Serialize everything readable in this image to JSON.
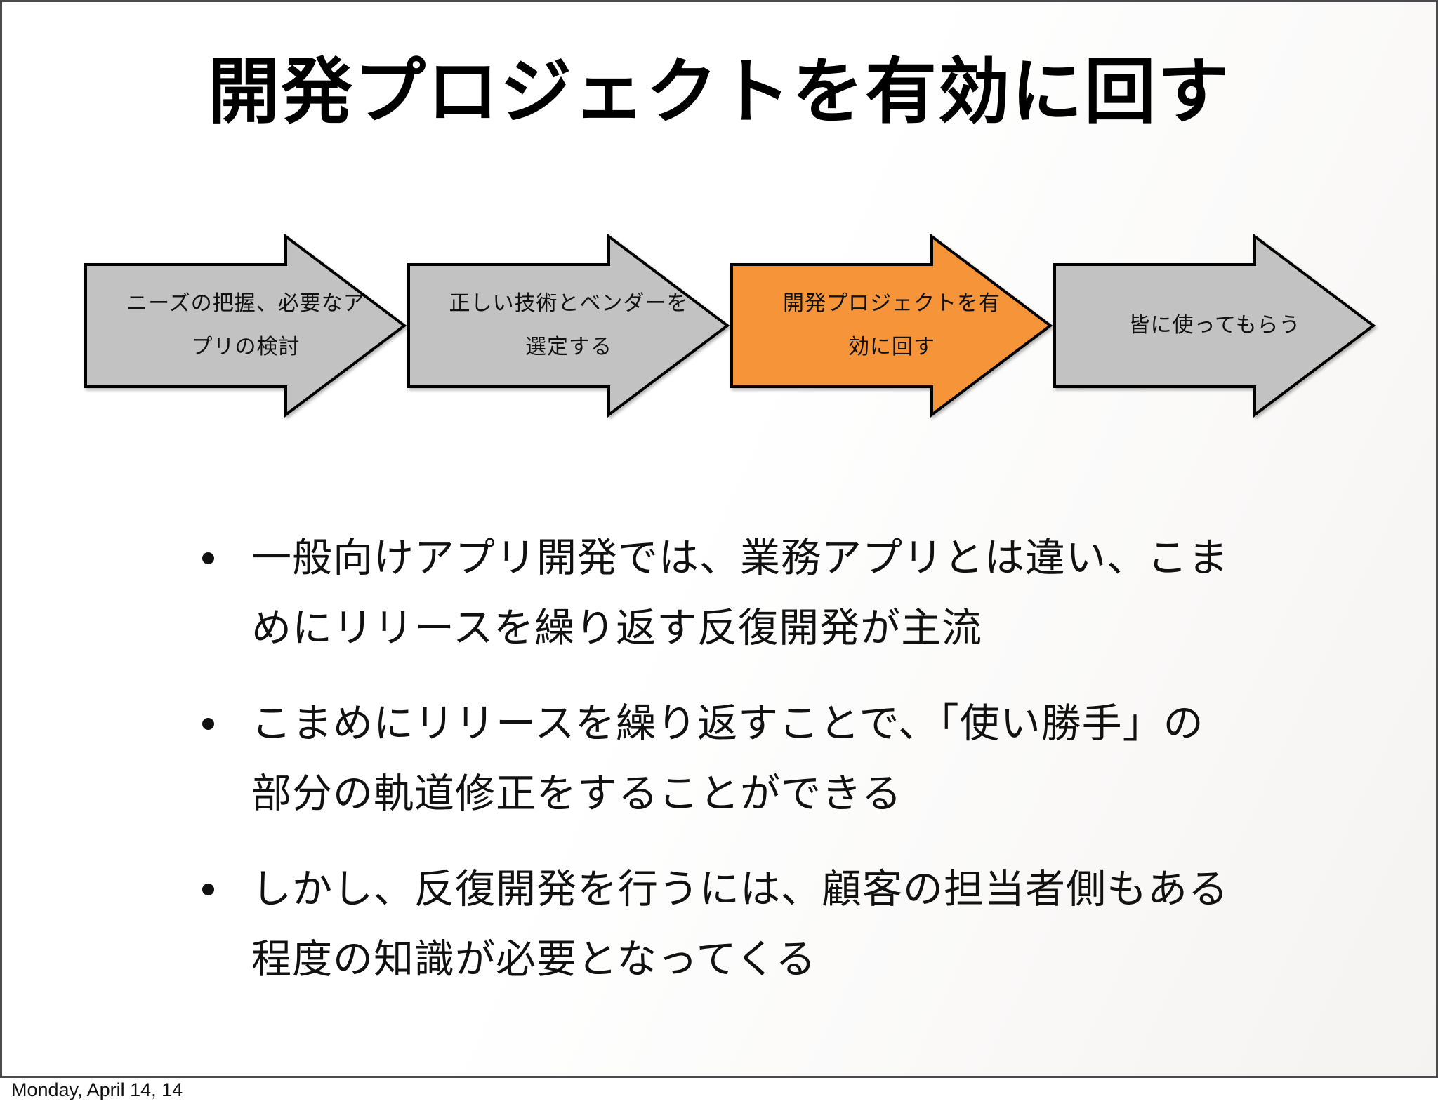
{
  "slide": {
    "title": "開発プロジェクトを有効に回す",
    "process_flow": {
      "steps": [
        {
          "lines": [
            "ニーズの把握、必要なア",
            "プリの検討"
          ],
          "fill": "#C2C2C2",
          "highlighted": false
        },
        {
          "lines": [
            "正しい技術とベンダーを",
            "選定する"
          ],
          "fill": "#C2C2C2",
          "highlighted": false
        },
        {
          "lines": [
            "開発プロジェクトを有",
            "効に回す"
          ],
          "fill": "#F6943A",
          "highlighted": true
        },
        {
          "lines": [
            "皆に使ってもらう"
          ],
          "fill": "#C2C2C2",
          "highlighted": false
        }
      ],
      "outline_color": "#000000"
    },
    "bullets": [
      {
        "lines": [
          "一般向けアプリ開発では、業務アプリとは違い、こま",
          "めにリリースを繰り返す反復開発が主流"
        ]
      },
      {
        "lines": [
          "こまめにリリースを繰り返すことで、「使い勝手」の",
          "部分の軌道修正をすることができる"
        ]
      },
      {
        "lines": [
          "しかし、反復開発を行うには、顧客の担当者側もある",
          "程度の知識が必要となってくる"
        ]
      }
    ]
  },
  "footer": {
    "date": "Monday, April 14, 14"
  },
  "colors": {
    "accent_orange": "#F6943A",
    "step_gray": "#C2C2C2",
    "slide_border": "#4A4A4C"
  }
}
